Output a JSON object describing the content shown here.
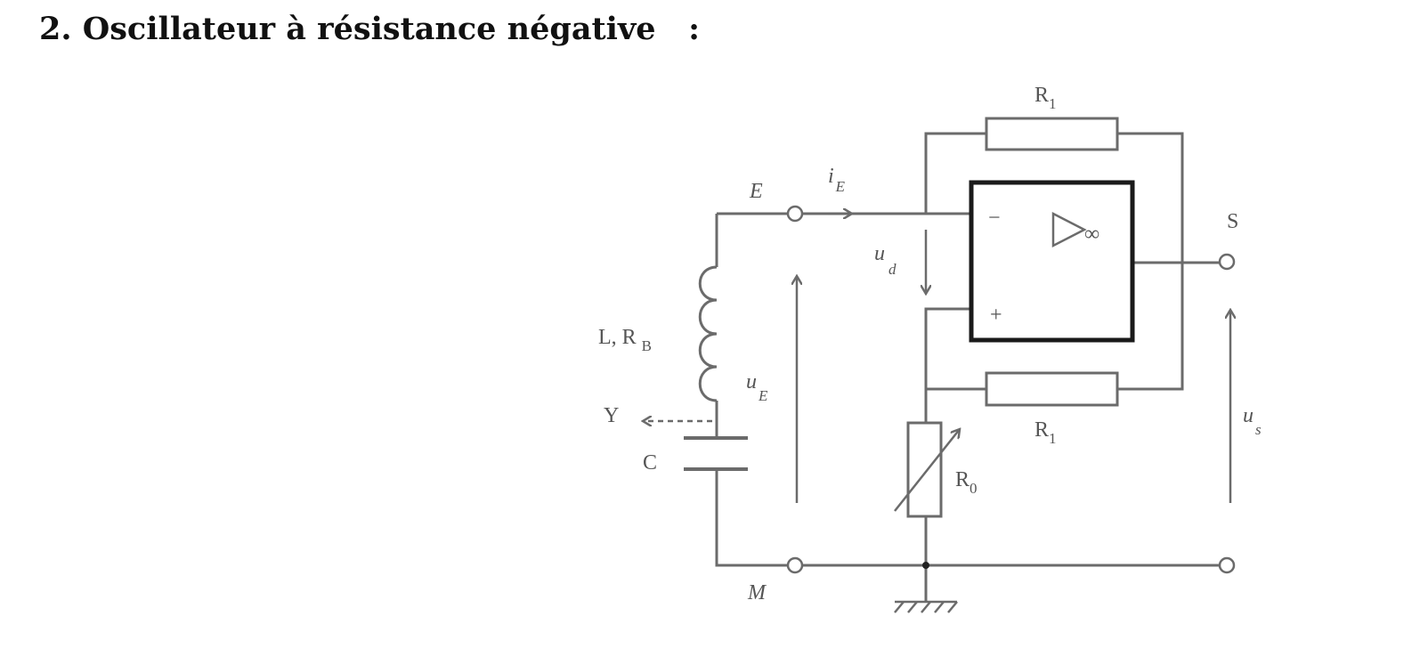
{
  "title": "2. Oscillateur à résistance négative   :",
  "diagram": {
    "labels": {
      "E": "E",
      "iE": "i",
      "iE_sub": "E",
      "ud": "u",
      "ud_sub": "d",
      "uE": "u",
      "uE_sub": "E",
      "us": "u",
      "us_sub": "s",
      "S": "S",
      "M": "M",
      "Y": "Y",
      "C": "C",
      "L_RB": "L, R",
      "L_RB_sub": "B",
      "R1_top": "R",
      "R1_top_sub": "1",
      "R1_bottom": "R",
      "R1_bottom_sub": "1",
      "R0": "R",
      "R0_sub": "0",
      "minus": "−",
      "plus": "+",
      "infinity": "∞"
    }
  }
}
